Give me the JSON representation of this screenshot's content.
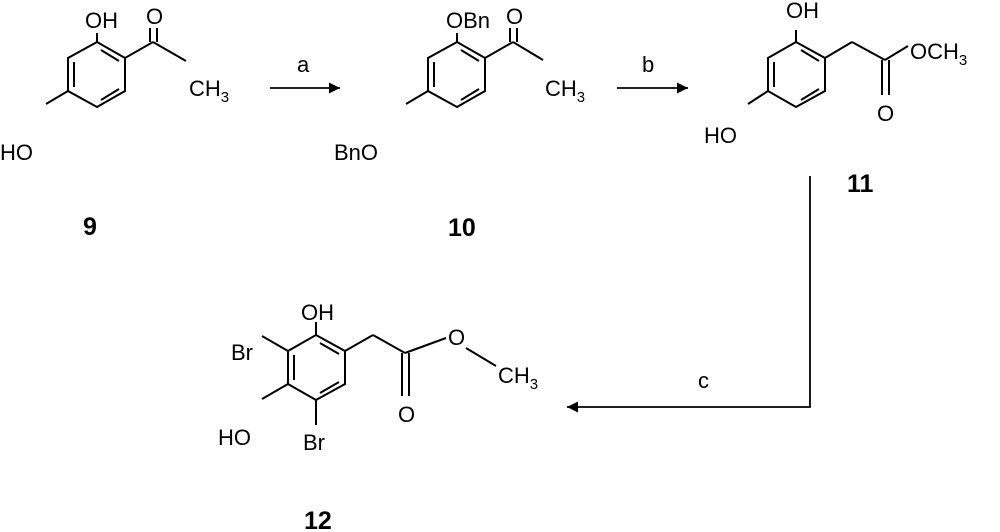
{
  "compounds": {
    "c9": {
      "label": "9",
      "oh_top": "OH",
      "o": "O",
      "ch": "CH",
      "sub3": "3",
      "ho": "HO"
    },
    "c10": {
      "label": "10",
      "obn": "OBn",
      "o": "O",
      "ch": "CH",
      "sub3": "3",
      "bno": "BnO"
    },
    "c11": {
      "label": "11",
      "oh_top": "OH",
      "o_ester": "O",
      "och": "OCH",
      "sub3": "3",
      "ho": "HO"
    },
    "c12": {
      "label": "12",
      "oh_top": "OH",
      "br_top": "Br",
      "ho": "HO",
      "br_bot": "Br",
      "o_ester": "O",
      "och": "O",
      "ch": "CH",
      "sub3": "3"
    }
  },
  "reagents": {
    "a": "a",
    "b": "b",
    "c": "c"
  }
}
